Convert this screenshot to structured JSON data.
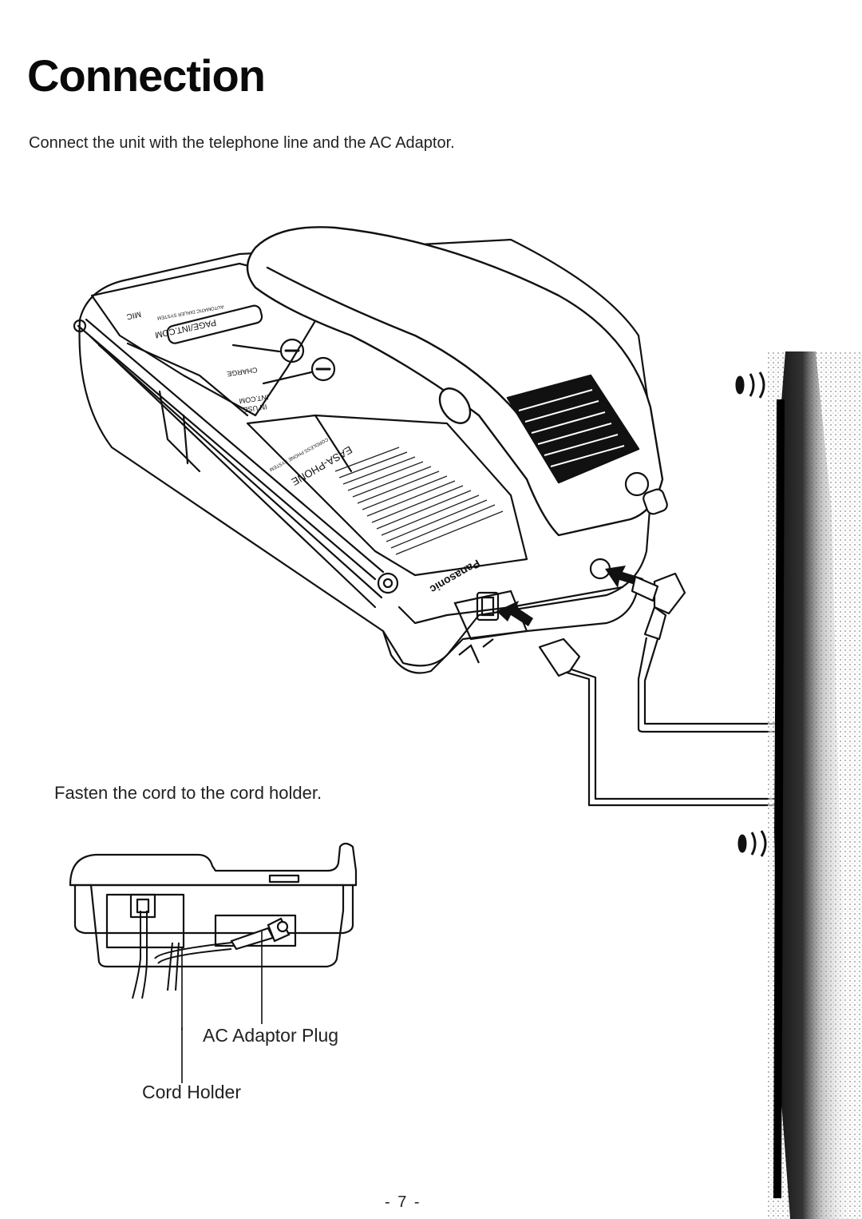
{
  "heading": "Connection",
  "intro": "Connect the unit with the telephone line and the AC Adaptor.",
  "fasten_instruction": "Fasten the cord to the cord holder.",
  "callouts": {
    "ac_adaptor_plug": "AC Adaptor Plug",
    "cord_holder": "Cord Holder"
  },
  "device_labels": {
    "mic": "MIC",
    "page_intercom": "PAGE/INT.COM",
    "auto_dialer": "AUTOMATIC DIALER SYSTEM",
    "charge": "CHARGE",
    "in_use": "IN USE",
    "intercom": "INT.COM",
    "product_name": "EASA-PHONE",
    "product_desc": "CORDLESS PHONE SYSTEM",
    "brand": "Panasonic"
  },
  "page_number": "- 7 -"
}
